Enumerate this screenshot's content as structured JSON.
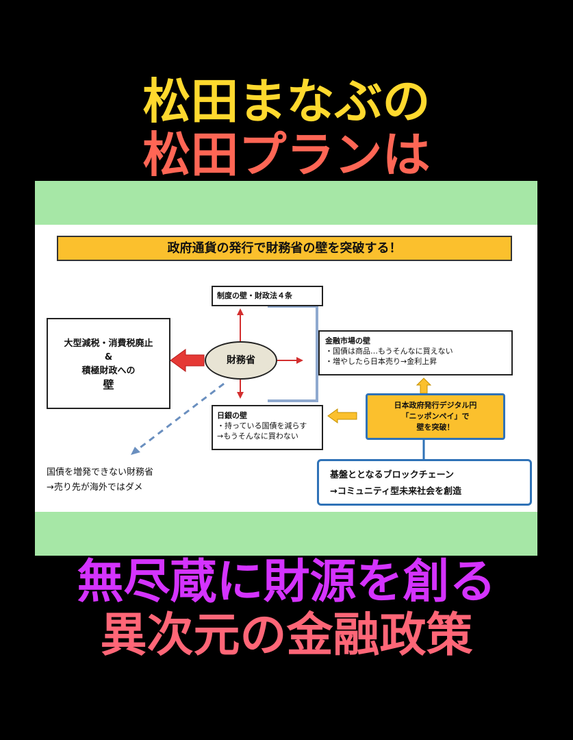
{
  "headline": {
    "line1": "松田まなぶの",
    "line2": "松田プランは",
    "line3": "無尽蔵に財源を創る",
    "line4": "異次元の金融政策"
  },
  "diagram": {
    "banner": "政府通貨の発行で財務省の壁を突破する！",
    "seido_wall": "制度の壁・財政法４条",
    "left_box": {
      "line1": "大型減税・消費税廃止",
      "line2": "&",
      "line3": "積極財政への",
      "line4": "壁"
    },
    "center": "財務省",
    "kinyu": {
      "title": "金融市場の壁",
      "line1": "・国債は商品…もうそんなに買えない",
      "line2": "・増やしたら日本売り→金利上昇"
    },
    "nichigin": {
      "title": "日銀の壁",
      "line1": "・持っている国債を減らす",
      "line2": "→もうそんなに買わない"
    },
    "digital": {
      "line1": "日本政府発行デジタル円",
      "line2": "「ニッポンペイ」で",
      "line3": "壁を突破！"
    },
    "blockchain": {
      "line1": "基盤ととなるブロックチェーン",
      "line2": "→コミュニティ型未来社会を創造"
    },
    "kokusai": {
      "line1": "国債を増発できない財務省",
      "line2": "→売り先が海外ではダメ"
    }
  },
  "colors": {
    "background": "#000000",
    "band": "#a6e7a6",
    "accent_yellow": "#fbc02d",
    "accent_blue": "#2f72b7",
    "arrow_red": "#d32f2f",
    "dashed_blue": "#6a8fbf"
  }
}
